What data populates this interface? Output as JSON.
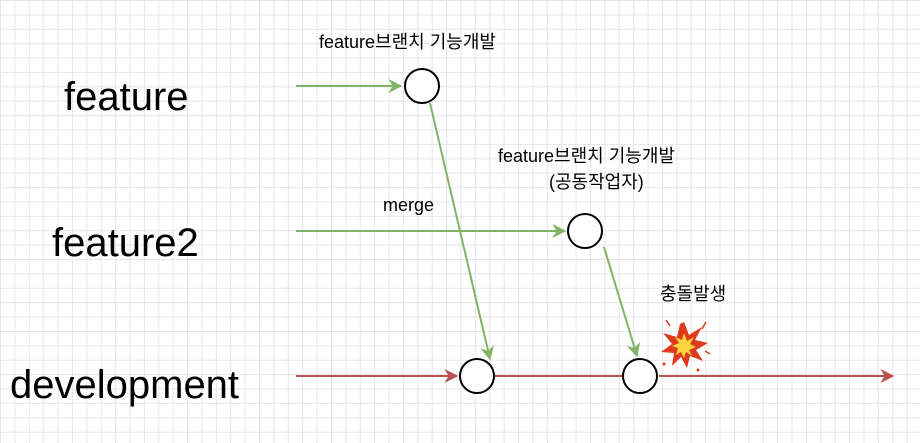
{
  "lanes": {
    "feature": "feature",
    "feature2": "feature2",
    "development": "development"
  },
  "annotations": {
    "feature_dev": "feature브랜치 기능개발",
    "feature2_dev_line1": "feature브랜치 기능개발",
    "feature2_dev_line2": "(공동작업자)",
    "merge": "merge",
    "conflict": "충돌발생"
  },
  "colors": {
    "feature_lines": "#82b366",
    "development_line": "#b85450",
    "node_stroke": "#000000",
    "explosion_outer": "#e03a1e",
    "explosion_inner": "#ffd23f"
  },
  "icons": {
    "conflict": "explosion-icon"
  }
}
